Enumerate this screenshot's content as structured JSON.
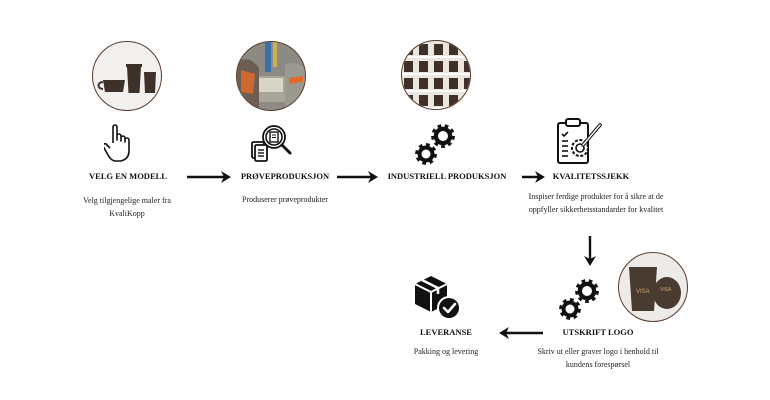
{
  "steps": [
    {
      "title": "VELG EN MODELL",
      "description": "Velg tilgjengelige maler fra KvaliKopp",
      "icon": "hand-pointer-icon",
      "photo": "cups-lineup-photo"
    },
    {
      "title": "PRØVEPRODUKSJON",
      "description": "Produserer prøveprodukter",
      "icon": "document-search-icon",
      "photo": "workers-machine-photo"
    },
    {
      "title": "INDUSTRIELL PRODUKSJON",
      "description": "",
      "icon": "gears-icon",
      "photo": "cups-shelves-photo"
    },
    {
      "title": "KVALITETSSJEKK",
      "description": "Inspiser ferdige produkter for å sikre at de oppfyller sikkerhetsstandarder for kvalitet",
      "icon": "clipboard-gear-icon",
      "photo": ""
    },
    {
      "title": "UTSKRIFT LOGO",
      "description": "Skriv ut eller graver logo i henhold til kundens forespørsel",
      "icon": "gears-icon",
      "photo": "branded-cup-photo"
    },
    {
      "title": "LEVERANSE",
      "description": "Pakking og levering",
      "icon": "package-check-icon",
      "photo": ""
    }
  ],
  "photo_logo_text": "VISA",
  "colors": {
    "ink": "#111111",
    "cup": "#3e3129",
    "photo_border": "#5a3b2a"
  }
}
